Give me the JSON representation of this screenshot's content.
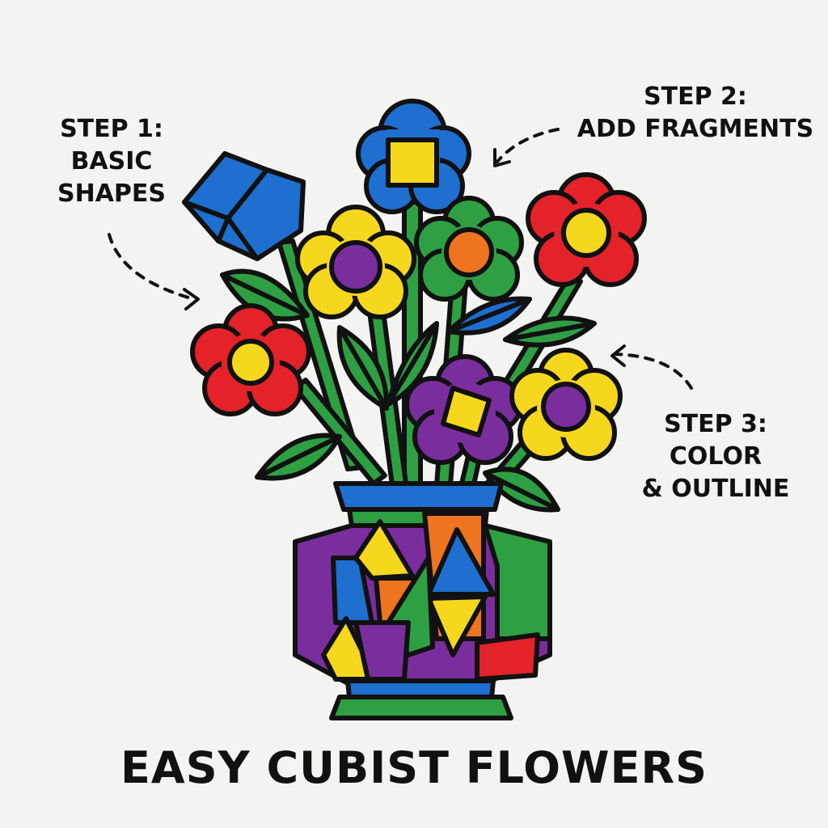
{
  "steps": [
    {
      "heading": "STEP 1:",
      "lines": [
        "BASIC",
        "SHAPES"
      ]
    },
    {
      "heading": "STEP 2:",
      "lines": [
        "ADD FRAGMENTS"
      ]
    },
    {
      "heading": "STEP 3:",
      "lines": [
        "COLOR",
        "& OUTLINE"
      ]
    }
  ],
  "title": "EASY CUBIST FLOWERS",
  "colors": {
    "outline": "#111111",
    "blue": "#1e6fd0",
    "yellow": "#f5d81e",
    "red": "#e3222a",
    "green": "#2ea043",
    "purple": "#7a2e9e",
    "orange": "#ef7420",
    "background": "#f3f3f1"
  }
}
